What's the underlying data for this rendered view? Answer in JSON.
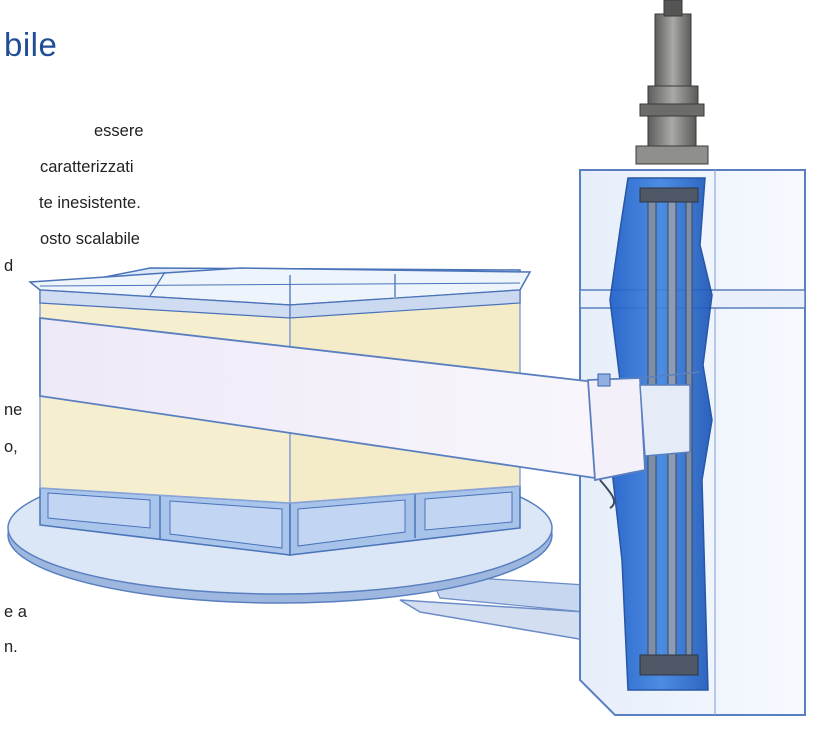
{
  "heading": {
    "title": "bile"
  },
  "text_lines": [
    "essere",
    "caratterizzati",
    "te inesistente.",
    "osto scalabile",
    "d",
    "ne",
    "o,",
    "e a",
    "n."
  ],
  "illustration": {
    "label": "pallet-wrapping-machine-illustration",
    "colors": {
      "accent_blue": "#2e6fd1",
      "light_blue": "#d9e7f7",
      "outline": "#5a7fc0",
      "cream": "#f6efcf",
      "lavender": "#efeaf6",
      "motor_gray": "#7a7a78"
    }
  }
}
